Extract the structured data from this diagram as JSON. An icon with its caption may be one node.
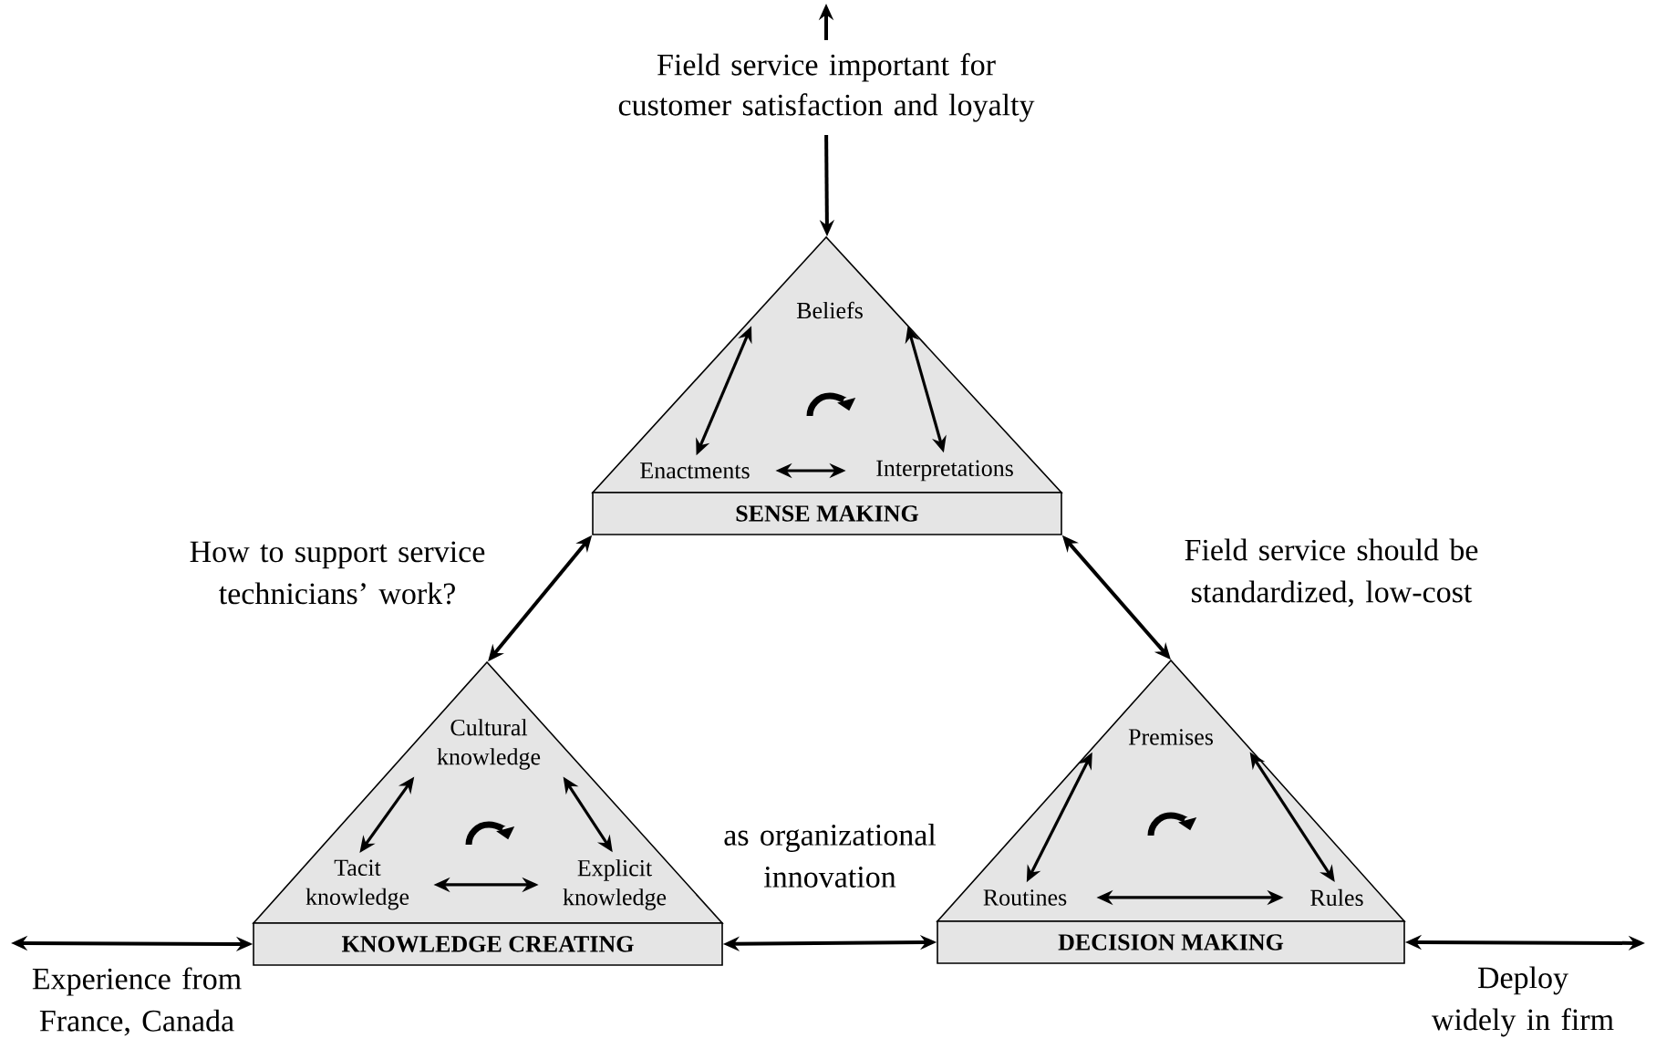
{
  "diagram": {
    "nodes": [
      {
        "text": [
          "Field service important for customer satisfaction and loyalty"
        ]
      },
      {
        "text": [
          "SENSE MAKING"
        ]
      },
      {
        "text": [
          "Beliefs"
        ],
        "in": 1
      },
      {
        "text": [
          "Enactments"
        ],
        "in": 1
      },
      {
        "text": [
          "Interpretations"
        ],
        "in": 1
      },
      {
        "text": [
          "KNOWLEDGE CREATING"
        ]
      },
      {
        "text": [
          "Cultural knowledge"
        ],
        "in": 5
      },
      {
        "text": [
          "Tacit knowledge"
        ],
        "in": 5
      },
      {
        "text": [
          "Explicit knowledge"
        ],
        "in": 5
      },
      {
        "text": [
          "DECISION MAKING"
        ]
      },
      {
        "text": [
          "Premises"
        ],
        "in": 9
      },
      {
        "text": [
          "Routines"
        ],
        "in": 9
      },
      {
        "text": [
          "Rules"
        ],
        "in": 9
      }
    ],
    "edges": [
      {
        "from": 0,
        "to": null,
        "arrow": "to"
      },
      {
        "from": 0,
        "to": 1,
        "arrow": "to"
      },
      {
        "from": 2,
        "to": 3,
        "arrow": "both"
      },
      {
        "from": 2,
        "to": 4,
        "arrow": "both"
      },
      {
        "from": 3,
        "to": 4,
        "arrow": "both"
      },
      {
        "from": 1,
        "to": 5,
        "arrow": "both",
        "label": "How to support service technicians’ work?"
      },
      {
        "from": 1,
        "to": 9,
        "arrow": "both",
        "label": "Field service should be standardized, low-cost"
      },
      {
        "from": 6,
        "to": 7,
        "arrow": "both"
      },
      {
        "from": 6,
        "to": 8,
        "arrow": "both"
      },
      {
        "from": 7,
        "to": 8,
        "arrow": "both"
      },
      {
        "from": 5,
        "to": 9,
        "arrow": "both",
        "label": "as organizational innovation"
      },
      {
        "from": 10,
        "to": 11,
        "arrow": "both"
      },
      {
        "from": 10,
        "to": 12,
        "arrow": "both"
      },
      {
        "from": 11,
        "to": 12,
        "arrow": "both"
      },
      {
        "from": null,
        "to": 5,
        "arrow": "both",
        "label": "Experience from France, Canada"
      },
      {
        "from": 9,
        "to": null,
        "arrow": "both",
        "label": "Deploy widely in firm"
      }
    ]
  }
}
